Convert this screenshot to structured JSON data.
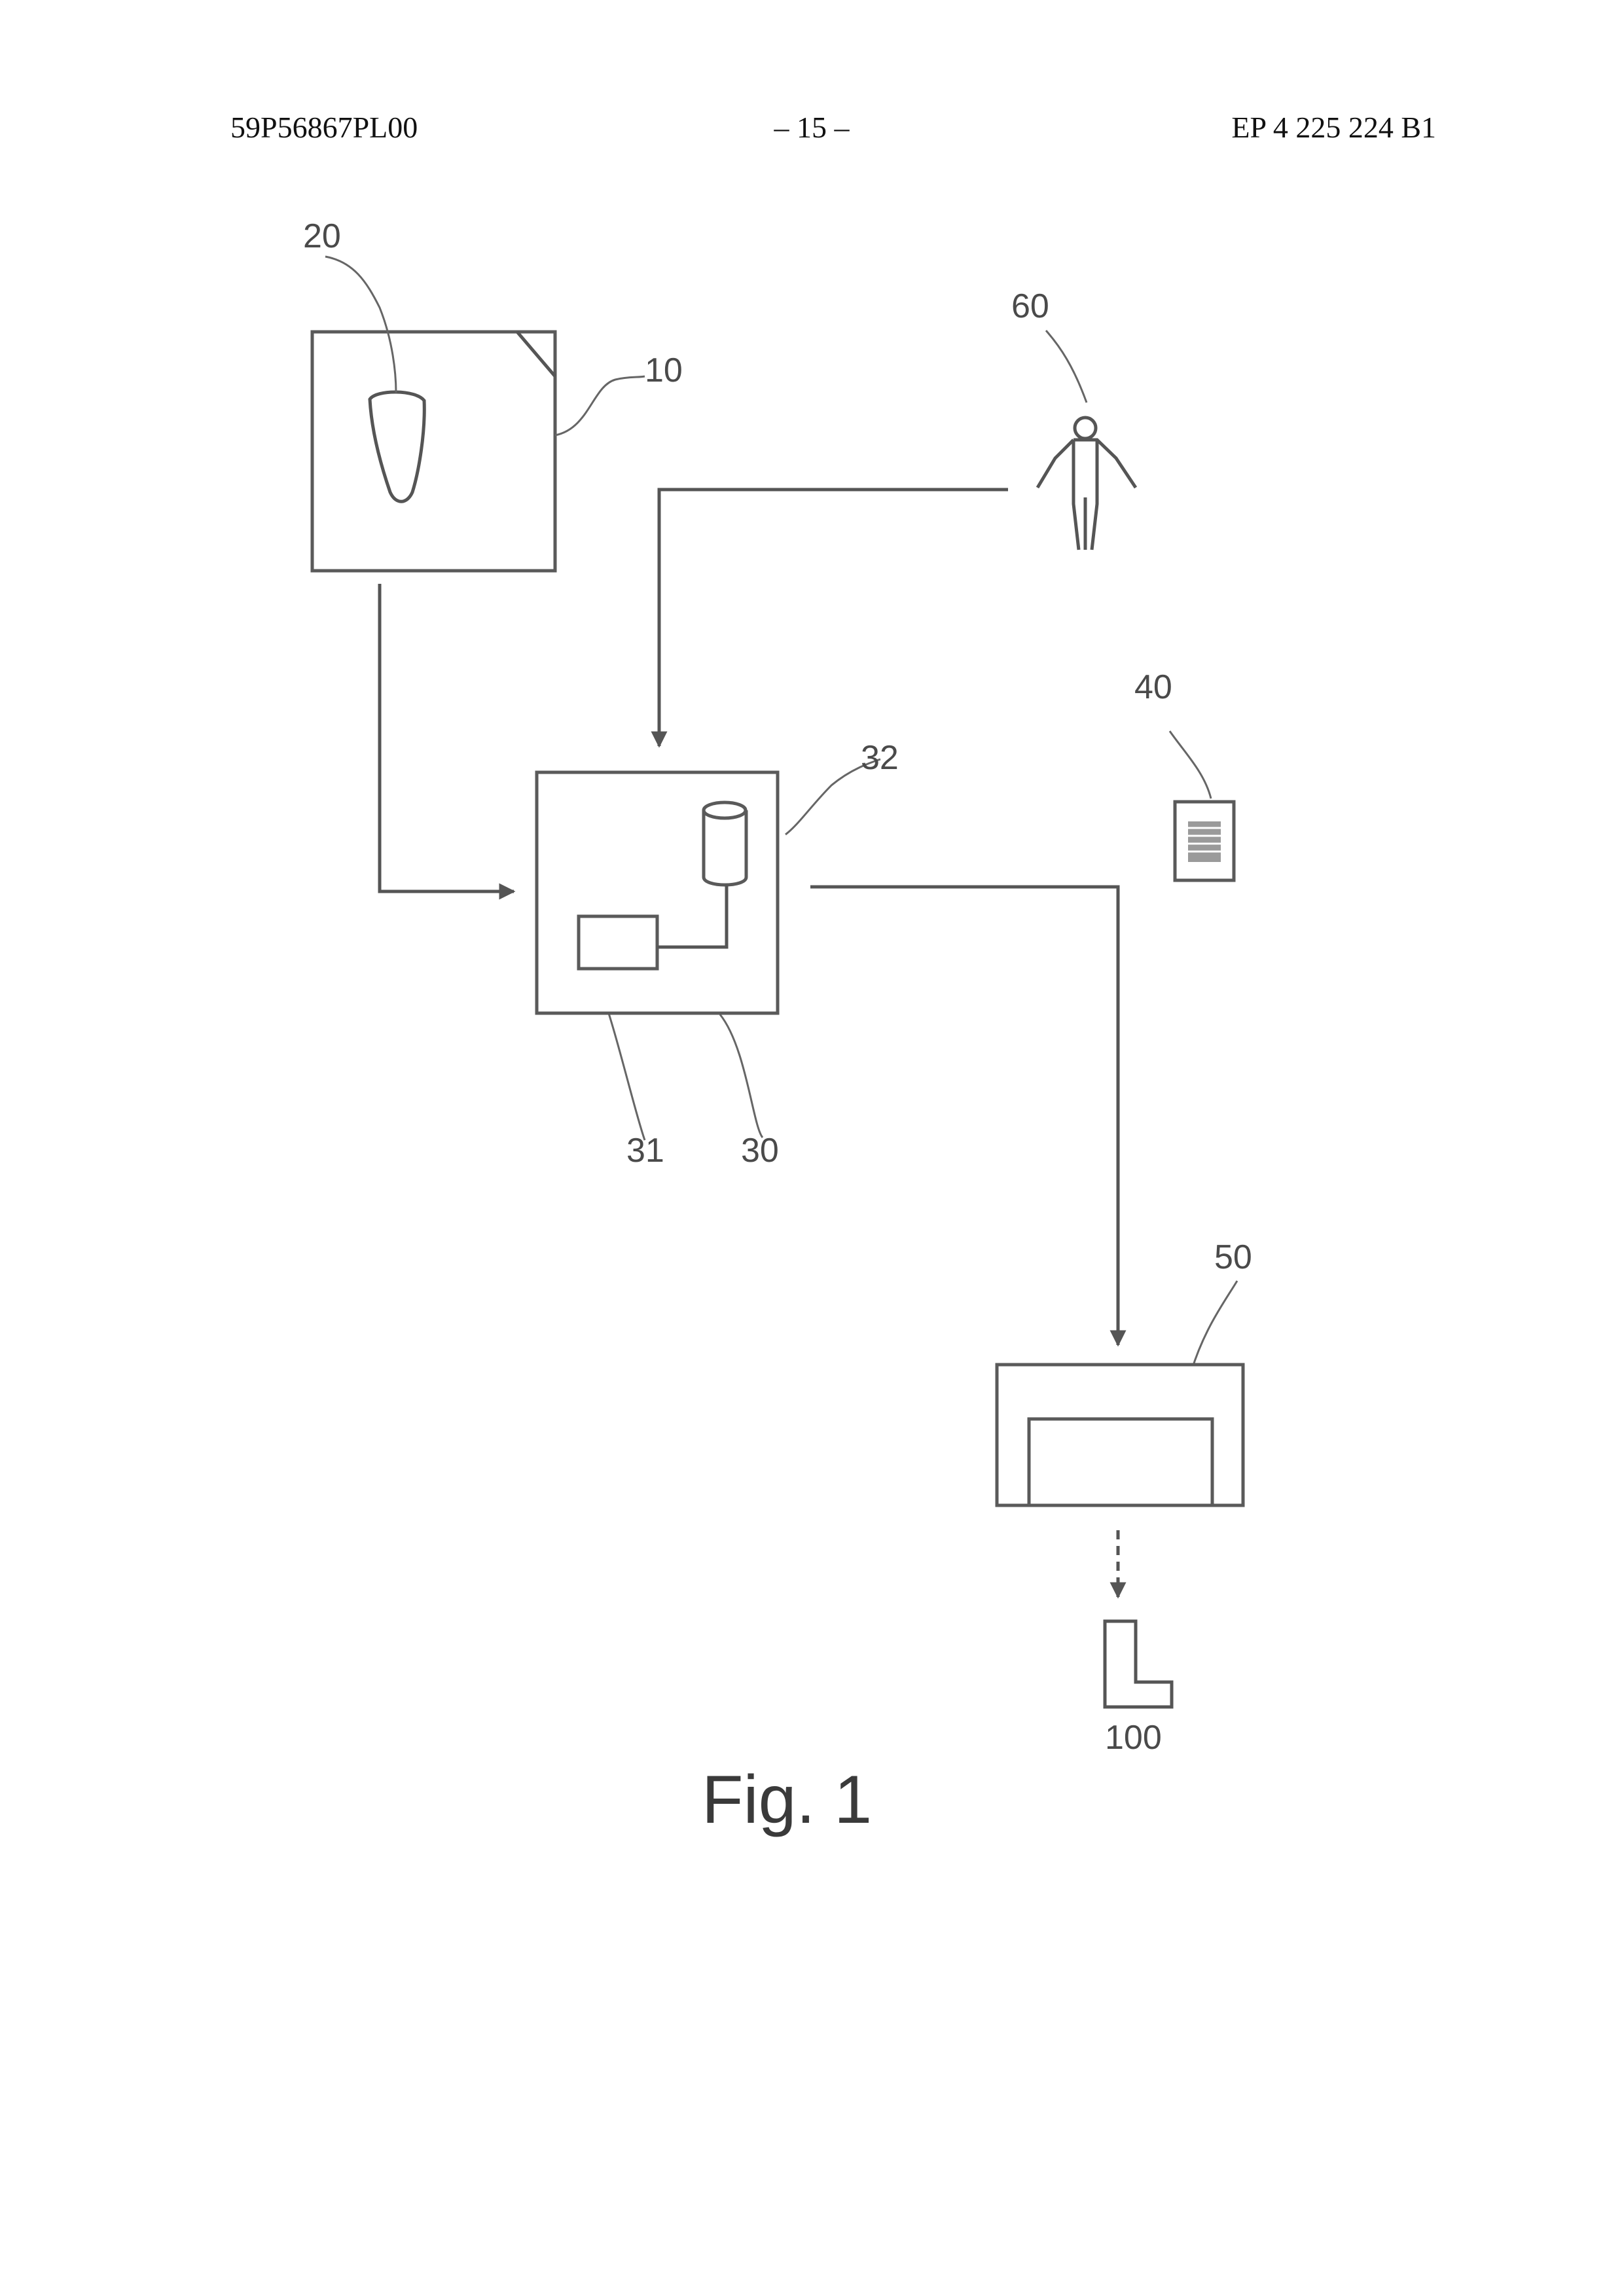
{
  "header": {
    "left": "59P56867PL00",
    "center": "– 15 –",
    "right": "EP 4 225 224 B1"
  },
  "labels": {
    "l20": "20",
    "l10": "10",
    "l60": "60",
    "l40": "40",
    "l32": "32",
    "l31": "31",
    "l30": "30",
    "l50": "50",
    "l100": "100"
  },
  "caption": "Fig. 1"
}
